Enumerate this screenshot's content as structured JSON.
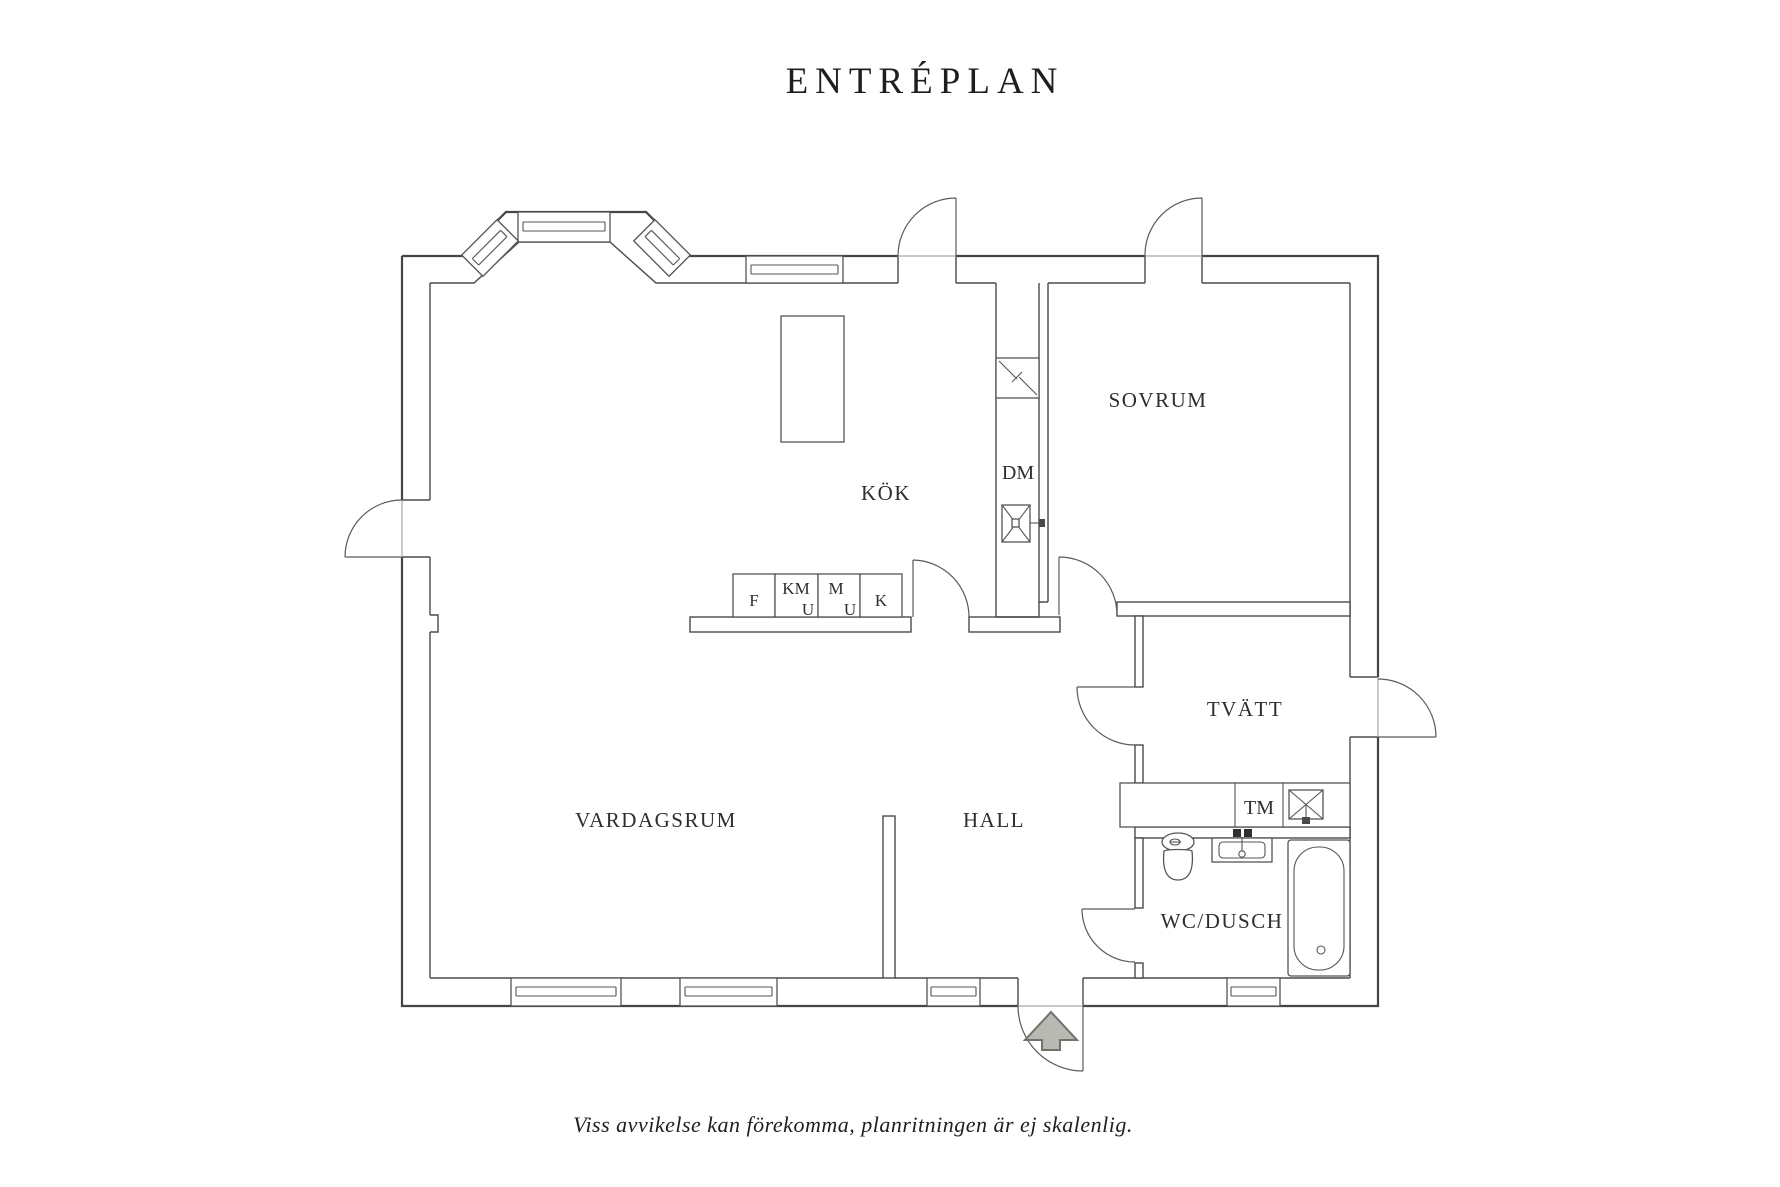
{
  "page": {
    "title": "ENTRÉPLAN",
    "caption": "Viss avvikelse kan förekomma, planritningen är ej skalenlig."
  },
  "rooms": {
    "kitchen": "KÖK",
    "bedroom": "SOVRUM",
    "living_room": "VARDAGSRUM",
    "hall": "HALL",
    "laundry": "TVÄTT",
    "bathroom": "WC/DUSCH"
  },
  "appliances": {
    "dishwasher": "DM",
    "washing_machine": "TM",
    "fridge": "F",
    "fridge_combo_top": "KM",
    "fridge_combo_bottom": "U",
    "micro_top": "M",
    "micro_bottom": "U",
    "freezer": "K"
  },
  "icons": {
    "entrance_arrow": "entry direction arrow",
    "flue": "chimney flue symbol",
    "stove_sink": "crossed appliance square",
    "laundry_sink": "crossed laundry sink square",
    "toilet": "toilet symbol",
    "washbasin": "washbasin symbol",
    "bathtub": "bathtub symbol"
  },
  "colors": {
    "wall_line": "#454545",
    "text": "#2e2e2e",
    "arrow_fill": "#b9b9b4",
    "arrow_stroke": "#72726b",
    "threshold": "#a8a8a8",
    "background": "#ffffff"
  }
}
